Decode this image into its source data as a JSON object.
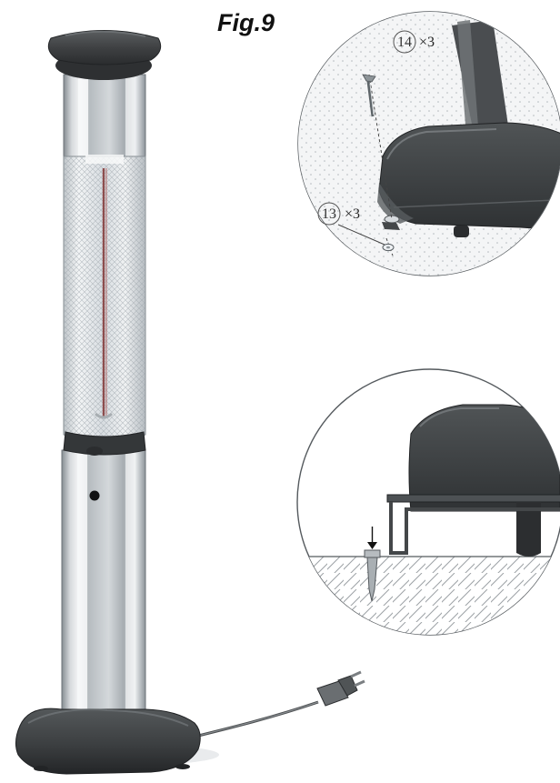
{
  "figure": {
    "label": "Fig.9"
  },
  "callouts": {
    "bolt": {
      "number": "14",
      "quantity": "×3"
    },
    "washer": {
      "number": "13",
      "quantity": "×3"
    }
  },
  "colors": {
    "dark_plastic": "#3f4143",
    "dark_plastic_shade": "#2b2d2f",
    "steel": "#b9bec2",
    "steel_highlight": "#eef1f3",
    "steel_shadow": "#7f868c",
    "mesh": "#d8dde1",
    "heating_element": "#8d4d4d",
    "detail_background": "#f3f4f6"
  }
}
